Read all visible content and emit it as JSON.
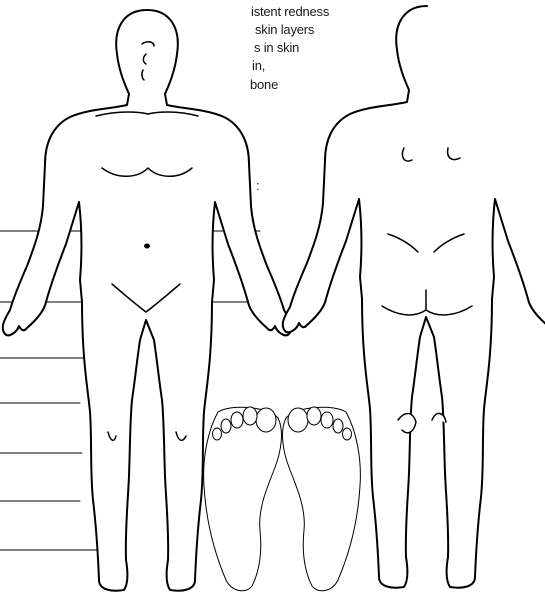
{
  "legend": {
    "line_1": "istent redness",
    "line_2": "skin layers",
    "line_3": "s in skin",
    "line_4": "in,",
    "line_5": "bone",
    "line_6": ":"
  },
  "colors": {
    "ink": "#000000",
    "background": "#ffffff"
  },
  "figures": [
    "body-front",
    "body-back",
    "left-sole",
    "right-sole"
  ]
}
